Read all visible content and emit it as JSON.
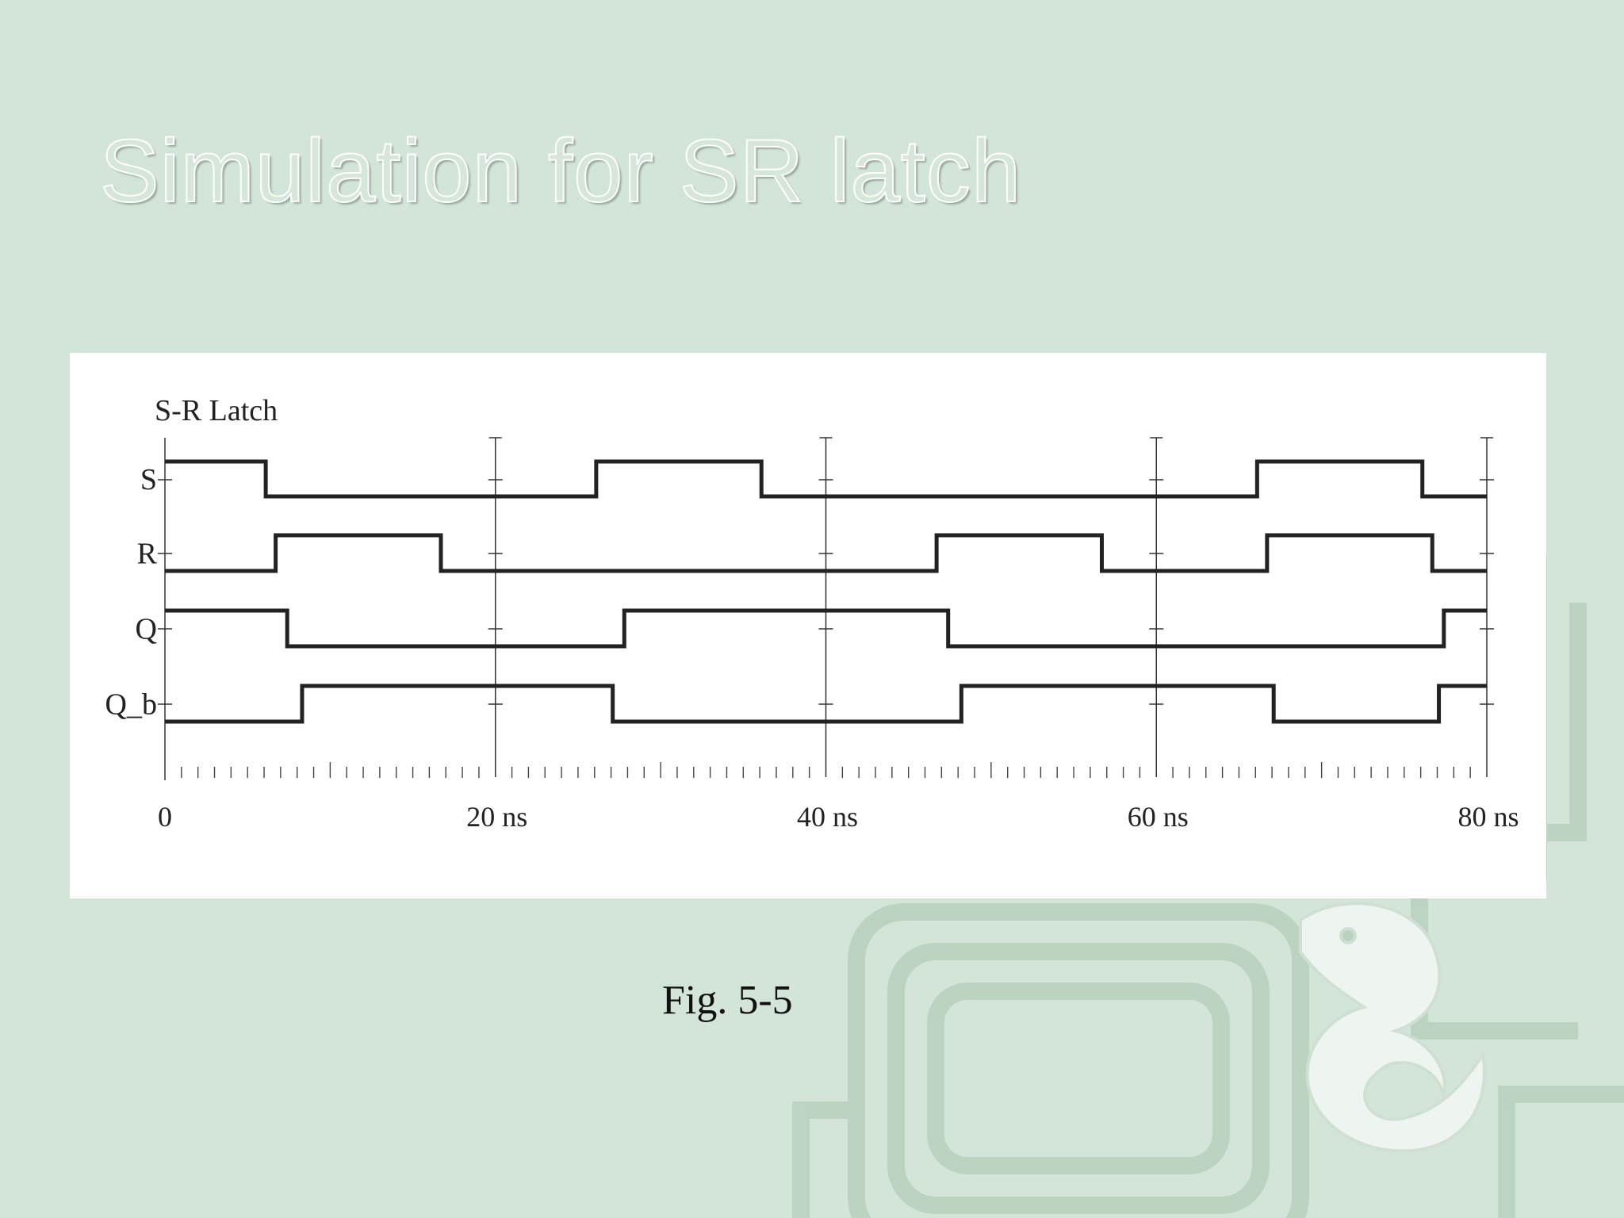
{
  "slide": {
    "title": "Simulation for SR latch",
    "caption": "Fig. 5-5"
  },
  "colors": {
    "background": "#d3e4d9",
    "panel": "#ffffff",
    "trace": "#222222",
    "title_fill": "#d7e6da"
  },
  "chart_data": {
    "type": "timing-diagram",
    "title": "S-R Latch",
    "x_unit": "ns",
    "xlim": [
      0,
      80
    ],
    "x_ticks": [
      0,
      20,
      40,
      60,
      80
    ],
    "x_tick_labels": [
      "0",
      "20 ns",
      "40 ns",
      "60 ns",
      "80 ns"
    ],
    "minor_tick_step": 1,
    "medium_tick_step": 10,
    "series": [
      {
        "name": "S",
        "initial": 1,
        "transitions": [
          [
            6.1,
            0
          ],
          [
            26.1,
            1
          ],
          [
            36.1,
            0
          ],
          [
            66.1,
            1
          ],
          [
            76.1,
            0
          ]
        ]
      },
      {
        "name": "R",
        "initial": 0,
        "transitions": [
          [
            6.7,
            1
          ],
          [
            16.7,
            0
          ],
          [
            46.7,
            1
          ],
          [
            56.7,
            0
          ],
          [
            66.7,
            1
          ],
          [
            76.7,
            0
          ]
        ]
      },
      {
        "name": "Q",
        "initial": 1,
        "transitions": [
          [
            7.4,
            0
          ],
          [
            27.8,
            1
          ],
          [
            47.4,
            0
          ],
          [
            77.4,
            1
          ]
        ]
      },
      {
        "name": "Q_b",
        "initial": 0,
        "transitions": [
          [
            8.3,
            1
          ],
          [
            27.1,
            0
          ],
          [
            48.2,
            1
          ],
          [
            67.1,
            0
          ],
          [
            77.1,
            1
          ]
        ]
      }
    ]
  }
}
